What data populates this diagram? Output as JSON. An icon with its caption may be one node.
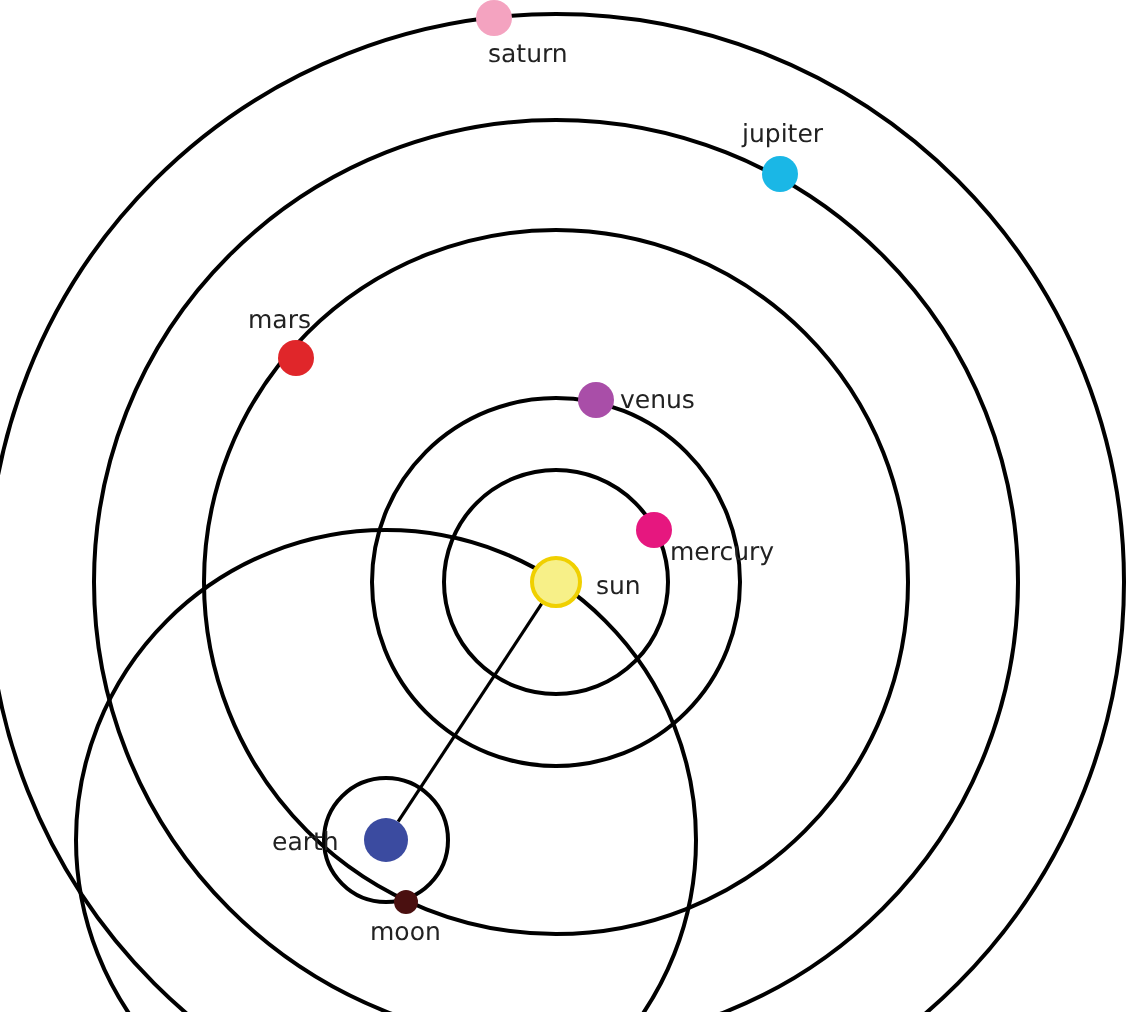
{
  "diagram": {
    "nodes": [
      {
        "text": [
          "saturn"
        ]
      },
      {
        "text": [
          "jupiter"
        ]
      },
      {
        "text": [
          "mars"
        ]
      },
      {
        "text": [
          "venus"
        ]
      },
      {
        "text": [
          "mercury"
        ]
      },
      {
        "text": [
          "sun"
        ]
      },
      {
        "text": [
          "earth"
        ]
      },
      {
        "text": [
          "moon"
        ]
      }
    ],
    "edges": [
      {
        "from": 5,
        "to": 6,
        "arrow": "none"
      }
    ]
  }
}
